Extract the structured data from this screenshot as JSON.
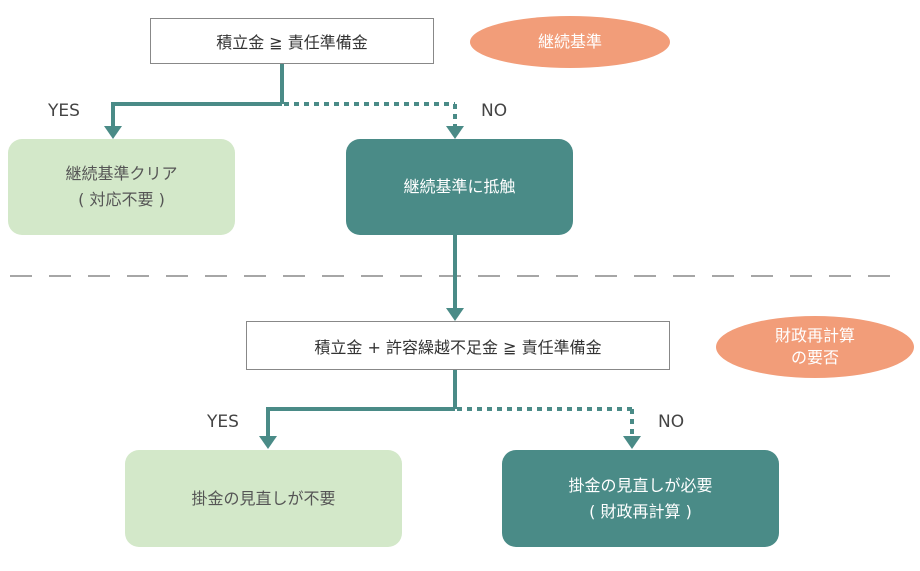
{
  "colors": {
    "accent_pill": "#f29d79",
    "light_box": "#d3e8c9",
    "dark_box": "#4a8b87",
    "connector": "#4a8b87",
    "separator": "#888888"
  },
  "flow1": {
    "condition": "積立金 ≧ 責任準備金",
    "tag": "継続基準",
    "yes_label": "YES",
    "no_label": "NO",
    "yes_result": [
      "継続基準クリア",
      "( 対応不要 )"
    ],
    "no_result": "継続基準に抵触"
  },
  "flow2": {
    "condition": "積立金 + 許容繰越不足金 ≧ 責任準備金",
    "tag": [
      "財政再計算",
      "の要否"
    ],
    "yes_label": "YES",
    "no_label": "NO",
    "yes_result": "掛金の見直しが不要",
    "no_result": [
      "掛金の見直しが必要",
      "( 財政再計算 )"
    ]
  }
}
